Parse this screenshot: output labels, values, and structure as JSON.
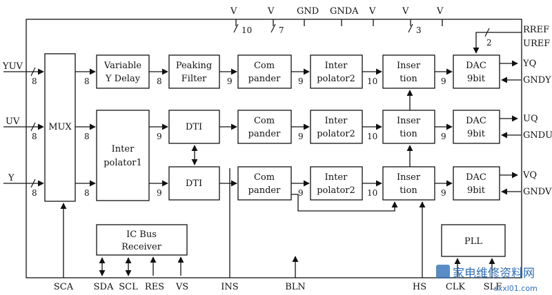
{
  "top_pins": [
    "V",
    "V",
    "GND",
    "GNDA",
    "V",
    "V",
    "V"
  ],
  "top_bus_widths": [
    "10",
    "7",
    "3"
  ],
  "ref_pins": [
    "RREF",
    "UREF"
  ],
  "ref_bus_width": "2",
  "left_inputs": [
    "YUV",
    "UV",
    "Y"
  ],
  "blocks": {
    "mux": "MUX",
    "delay": [
      "Variable",
      "Y Delay"
    ],
    "peaking": [
      "Peaking",
      "Filter"
    ],
    "compander1": [
      "Com",
      "pander"
    ],
    "compander2": [
      "Com",
      "pander"
    ],
    "compander3": [
      "Com",
      "pander"
    ],
    "interp2_1": [
      "Inter",
      "polator2"
    ],
    "interp2_2": [
      "Inter",
      "polator2"
    ],
    "interp2_3": [
      "Inter",
      "polator2"
    ],
    "insertion1": [
      "Inser",
      "tion"
    ],
    "insertion2": [
      "Inser",
      "tion"
    ],
    "insertion3": [
      "Inser",
      "tion"
    ],
    "dac1": [
      "DAC",
      "9bit"
    ],
    "dac2": [
      "DAC",
      "9bit"
    ],
    "dac3": [
      "DAC",
      "9bit"
    ],
    "interp1": [
      "Inter",
      "polator1"
    ],
    "dti1": "DTI",
    "dti2": "DTI",
    "i2c": [
      "IC Bus",
      "Receiver"
    ],
    "pll": "PLL"
  },
  "outputs": [
    "YQ",
    "GNDY",
    "UQ",
    "GNDU",
    "VQ",
    "GNDV"
  ],
  "bus_widths": {
    "left": [
      "8",
      "8",
      "8"
    ],
    "mux_out": [
      "8",
      "8",
      "8"
    ],
    "row1": [
      "8",
      "9",
      "9",
      "10",
      "9"
    ],
    "row2": [
      "9",
      "9",
      "10",
      "9"
    ],
    "row3": [
      "9",
      "9",
      "10",
      "9"
    ]
  },
  "bottom_pins": [
    "SCA",
    "SDA",
    "SCL",
    "RES",
    "VS",
    "INS",
    "BLN",
    "HS",
    "CLK",
    "SLF"
  ],
  "watermark": [
    "家电维修资料网",
    "sxxl01.com"
  ]
}
